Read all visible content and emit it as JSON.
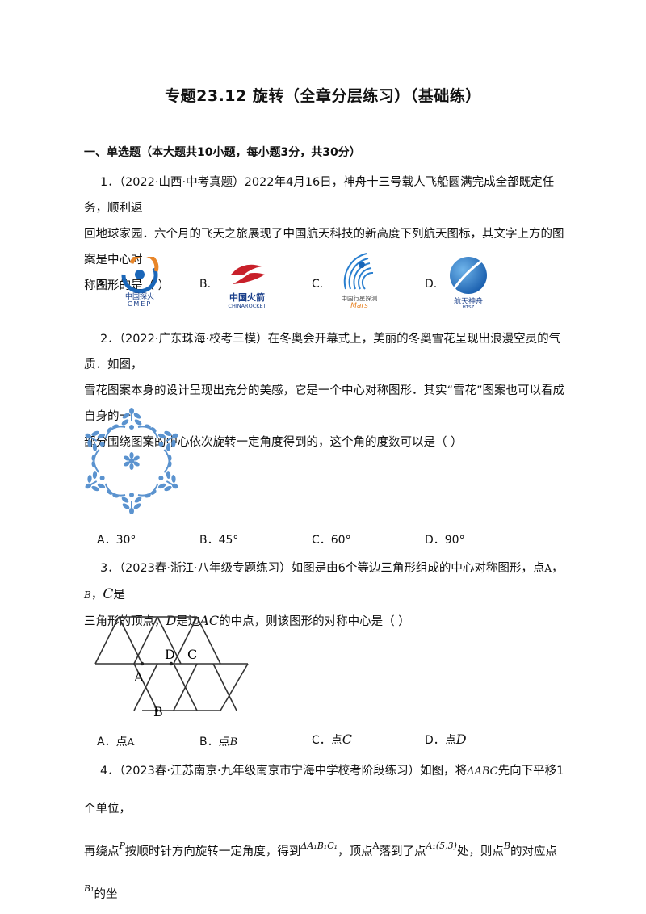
{
  "title": "专题23.12  旋转（全章分层练习）（基础练）",
  "section1": "一、单选题（本大题共10小题，每小题3分，共30分）",
  "q1": {
    "text1": "1．（2022·山西·中考真题）2022年4月16日，神舟十三号载人飞船圆满完成全部既定任务，顺利返",
    "text2": "回地球家园．六个月的飞天之旅展现了中国航天科技的新高度下列航天图标，其文字上方的图案是中心对",
    "text3": "称图形的是（      ）",
    "options": [
      {
        "label": "A.",
        "logo_text1": "中国探火",
        "logo_text2": "CMEP"
      },
      {
        "label": "B.",
        "logo_text1": "中国火箭",
        "logo_text2": "CHINAROCKET"
      },
      {
        "label": "C.",
        "logo_text1": "中国行星探测",
        "logo_text2": "Mars"
      },
      {
        "label": "D.",
        "logo_text1": "航天神舟",
        "logo_text2": "HTSZ"
      }
    ]
  },
  "q2": {
    "text1": "2．（2022·广东珠海·校考三模）在冬奥会开幕式上，美丽的冬奥雪花呈现出浪漫空灵的气质．如图，",
    "text2": "雪花图案本身的设计呈现出充分的美感，它是一个中心对称图形．其实“雪花”图案也可以看成自身的一",
    "text3": "部分围绕图案的中心依次旋转一定角度得到的，这个角的度数可以是（      ）",
    "options": [
      "A．30°",
      "B．45°",
      "C．60°",
      "D．90°"
    ]
  },
  "q3": {
    "text1a": "3．（2023春·浙江·八年级专题练习）如图是由6个等边三角形组成的中心对称图形，点",
    "pA": "A",
    "sep1": "，",
    "pB": "B",
    "sep2": "，",
    "pC": "C",
    "text1b": "是",
    "text2a": "三角形的顶点，",
    "pD": "D",
    "text2b": "是边",
    "AC": "AC",
    "text2c": "的中点，则该图形的对称中心是（      ）",
    "figure_labels": {
      "A": "A",
      "B": "B",
      "C": "C",
      "D": "D"
    },
    "options": [
      {
        "prefix": "A．点",
        "var": "A"
      },
      {
        "prefix": "B．点",
        "var": "B"
      },
      {
        "prefix": "C．点",
        "var": "C"
      },
      {
        "prefix": "D．点",
        "var": "D"
      }
    ]
  },
  "q4": {
    "text1a": "4．（2023春·江苏南京·九年级南京市宁海中学校考阶段练习）如图，将",
    "tri": "ΔABC",
    "text1b": "先向下平移1个单位，",
    "text2a": "再绕点",
    "P": "P",
    "text2b": "按顺时针方向旋转一定角度，得到",
    "tri1": "ΔA₁B₁C₁",
    "text2c": "，顶点",
    "A": "A",
    "text2d": "落到了点",
    "A1": "A₁(5,3)",
    "text2e": "处，则点",
    "B": "B",
    "text2f": "的对应点",
    "B1": "B₁",
    "text2g": "的坐"
  },
  "colors": {
    "snowflake": "#5b93cf",
    "logo_blue": "#1a66b8",
    "logo_red": "#c8202a",
    "logo_orange": "#e8862a"
  }
}
